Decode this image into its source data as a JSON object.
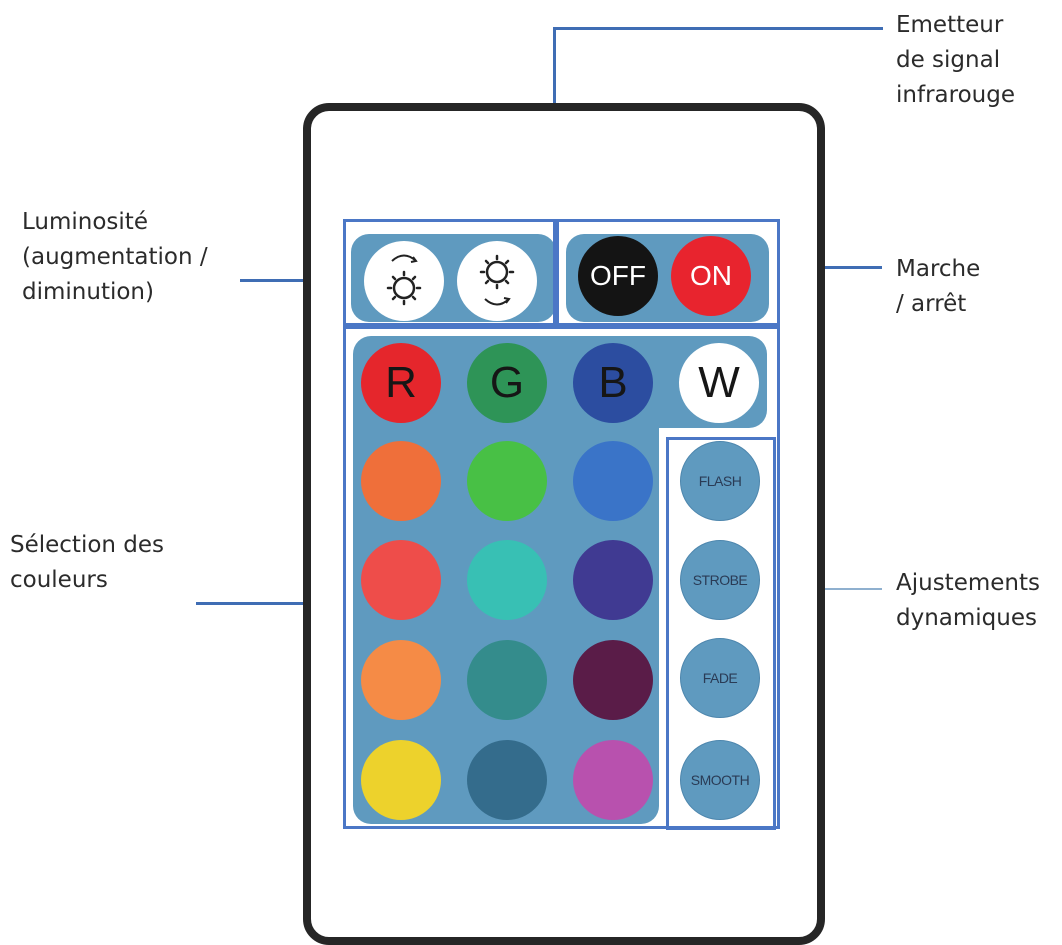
{
  "labels": {
    "emitter": [
      "Emetteur",
      "de signal",
      "infrarouge"
    ],
    "brightness": [
      "Luminosité",
      "(augmentation /",
      "diminution)"
    ],
    "power": [
      "Marche",
      "/ arrêt"
    ],
    "colors": [
      "Sélection des",
      "couleurs"
    ],
    "dynamic": [
      "Ajustements",
      "dynamiques"
    ]
  },
  "buttons": {
    "brightness_up_icon": "brightness-up-icon",
    "brightness_down_icon": "brightness-down-icon",
    "off": "OFF",
    "on": "ON",
    "r": "R",
    "g": "G",
    "b": "B",
    "w": "W",
    "flash": "FLASH",
    "strobe": "STROBE",
    "fade": "FADE",
    "smooth": "SMOOTH"
  },
  "colors": {
    "button_off": "#141414",
    "button_on": "#e8242e",
    "button_r": "#e5262c",
    "button_g": "#2e9457",
    "button_b": "#2c4da0",
    "button_w": "#ffffff",
    "grid": [
      [
        "#ef6f3a",
        "#48c045",
        "#3a74c8"
      ],
      [
        "#ee4d4a",
        "#38c0b4",
        "#403a92"
      ],
      [
        "#f58b46",
        "#348c8c",
        "#5a1c48"
      ],
      [
        "#edd22c",
        "#346c8c",
        "#b851ae"
      ]
    ],
    "panel": "#5f9abf",
    "frame": "#4b77c6"
  }
}
